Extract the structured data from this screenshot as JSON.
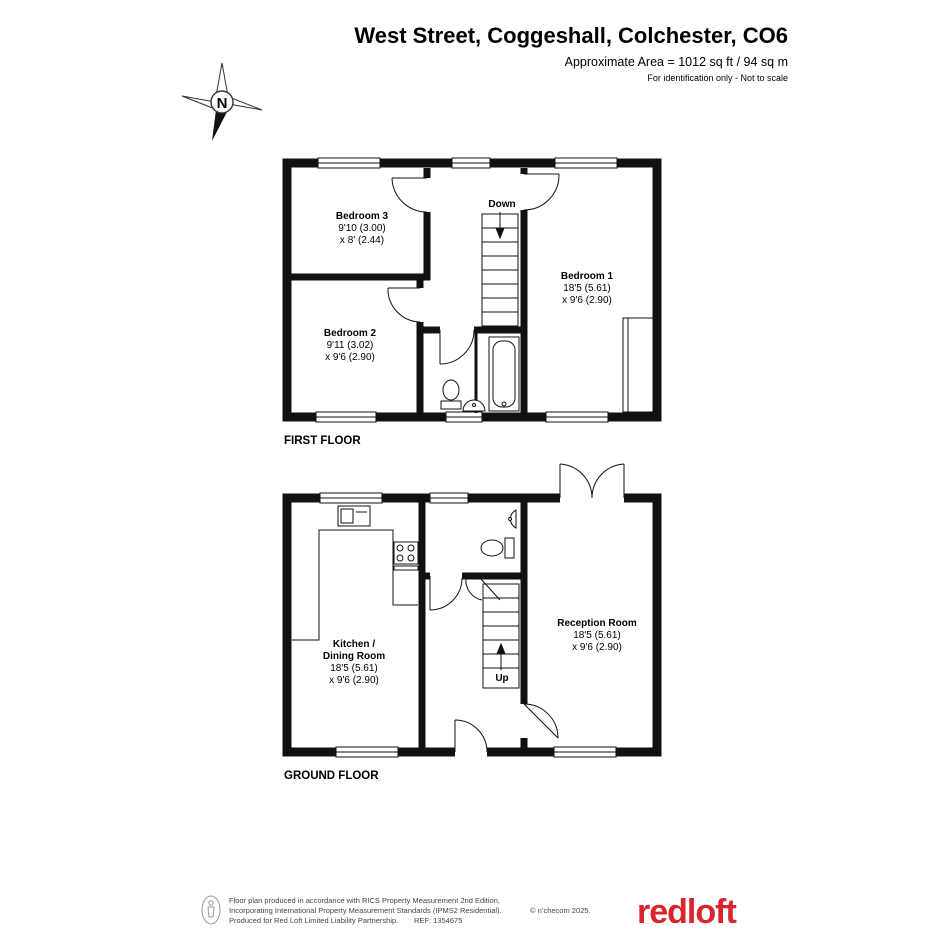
{
  "header": {
    "address": "West Street, Coggeshall, Colchester, CO6",
    "area": "Approximate Area = 1012 sq ft / 94 sq m",
    "disclaimer": "For identification only - Not to scale"
  },
  "compass": {
    "label": "N",
    "icon": "compass-icon"
  },
  "first_floor": {
    "label": "FIRST FLOOR",
    "stairs_label": "Down",
    "rooms": [
      {
        "name": "Bedroom 3",
        "dim1": "9'10 (3.00)",
        "dim2": "x 8' (2.44)"
      },
      {
        "name": "Bedroom 2",
        "dim1": "9'11 (3.02)",
        "dim2": "x 9'6 (2.90)"
      },
      {
        "name": "Bedroom 1",
        "dim1": "18'5 (5.61)",
        "dim2": "x 9'6 (2.90)"
      }
    ]
  },
  "ground_floor": {
    "label": "GROUND FLOOR",
    "stairs_label": "Up",
    "rooms": [
      {
        "name_line1": "Kitchen /",
        "name_line2": "Dining Room",
        "dim1": "18'5 (5.61)",
        "dim2": "x 9'6 (2.90)"
      },
      {
        "name": "Reception Room",
        "dim1": "18'5 (5.61)",
        "dim2": "x 9'6 (2.90)"
      }
    ]
  },
  "footer": {
    "line1": "Floor plan produced in accordance with RICS Property Measurement 2nd Edition,",
    "line2": "Incorporating International Property Measurement Standards (IPMS2 Residential).",
    "copyright": "© n’checom 2025.",
    "line3": "Produced for Red Loft Limited Liability Partnership.",
    "ref": "REF:  1354675",
    "brand": "redloft",
    "brand_color": "#d8262c"
  }
}
